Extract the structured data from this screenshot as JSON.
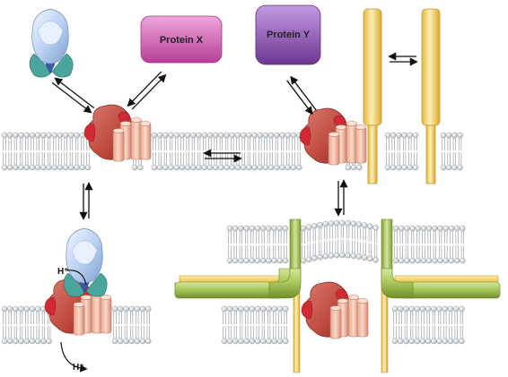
{
  "labels": {
    "protein_x": "Protein X",
    "protein_y": "Protein Y",
    "ion_in": "H⁺",
    "ion_out": "H⁺"
  },
  "colors": {
    "lipid_head": "#d4d7da",
    "lipid_outline": "#8c9196",
    "protein_body": "#c8574a",
    "protein_accent": "#d22a35",
    "channel_tube": "#f0b9a3",
    "protein_x_fill": "#d25fb3",
    "protein_y_fill": "#9259b5",
    "blue_subunit": "#bcd3f3",
    "teal_subunit": "#4aa59c",
    "yellow_rod": "#f5d572",
    "green_rod": "#aac85a"
  }
}
